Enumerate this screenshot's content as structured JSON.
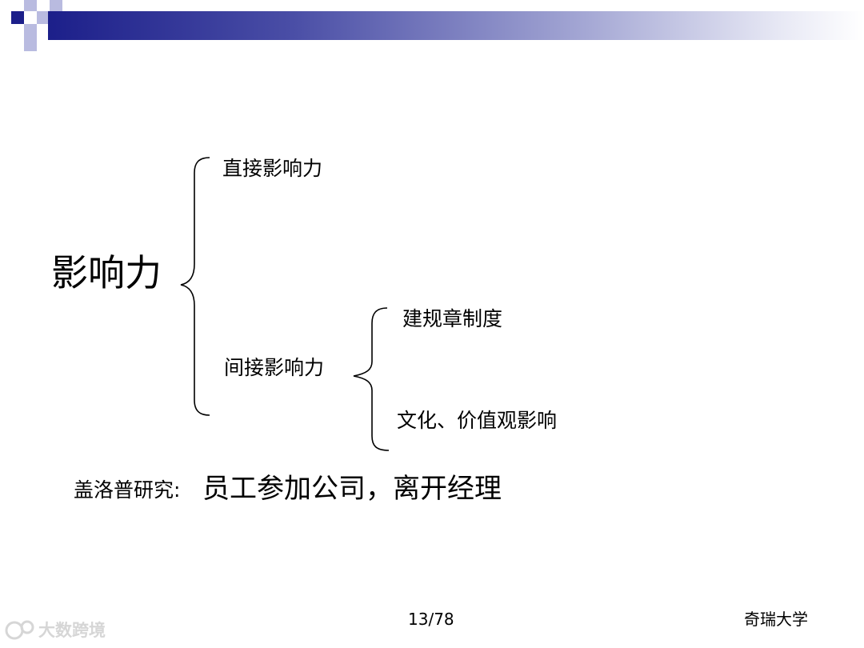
{
  "slide": {
    "main_term": "影响力",
    "branches": {
      "direct": "直接影响力",
      "indirect": "间接影响力"
    },
    "indirect_subitems": [
      "建规章制度",
      "文化、价值观影响"
    ],
    "gallup": {
      "label": "盖洛普研究:",
      "finding": "员工参加公司，离开经理"
    },
    "footer": {
      "page_number": "13/78",
      "organization": "奇瑞大学"
    },
    "watermark": "大数跨境"
  },
  "theme": {
    "accent": "#1c1f8a",
    "corner_squares": [
      "#1c1f8a",
      "#b9bbe0"
    ],
    "text": "#000000"
  }
}
